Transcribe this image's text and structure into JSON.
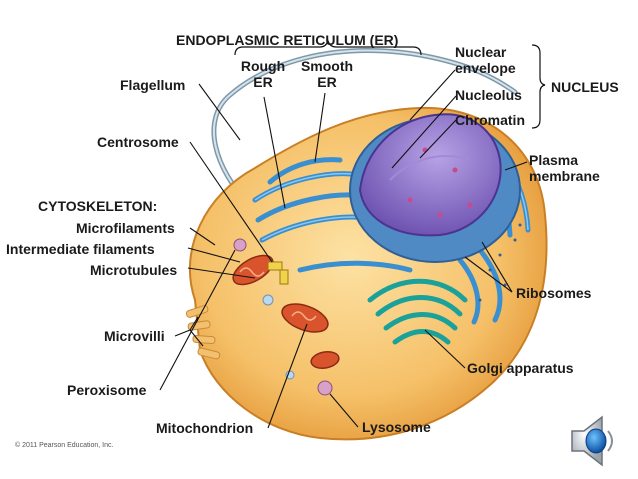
{
  "labels": {
    "er_group": "ENDOPLASMIC RETICULUM (ER)",
    "rough_er_1": "Rough",
    "rough_er_2": "ER",
    "smooth_er_1": "Smooth",
    "smooth_er_2": "ER",
    "flagellum": "Flagellum",
    "nuclear_envelope_1": "Nuclear",
    "nuclear_envelope_2": "envelope",
    "nucleolus": "Nucleolus",
    "chromatin": "Chromatin",
    "nucleus_group": "NUCLEUS",
    "centrosome": "Centrosome",
    "plasma_membrane_1": "Plasma",
    "plasma_membrane_2": "membrane",
    "cytoskeleton": "CYTOSKELETON:",
    "microfilaments": "Microfilaments",
    "intermediate_filaments": "Intermediate filaments",
    "microtubules": "Microtubules",
    "ribosomes": "Ribosomes",
    "microvilli": "Microvilli",
    "golgi": "Golgi apparatus",
    "peroxisome": "Peroxisome",
    "mitochondrion": "Mitochondrion",
    "lysosome": "Lysosome"
  },
  "copyright": "© 2011 Pearson Education, Inc.",
  "icons": {
    "speaker": "speaker-icon"
  },
  "colors": {
    "cell_body": "#f3b95a",
    "er_blue": "#3a8fd0",
    "nucleus_purple": "#8a6fc4",
    "golgi_teal": "#1aa29a",
    "mito_red": "#d9542c",
    "leader_line": "#111111"
  }
}
